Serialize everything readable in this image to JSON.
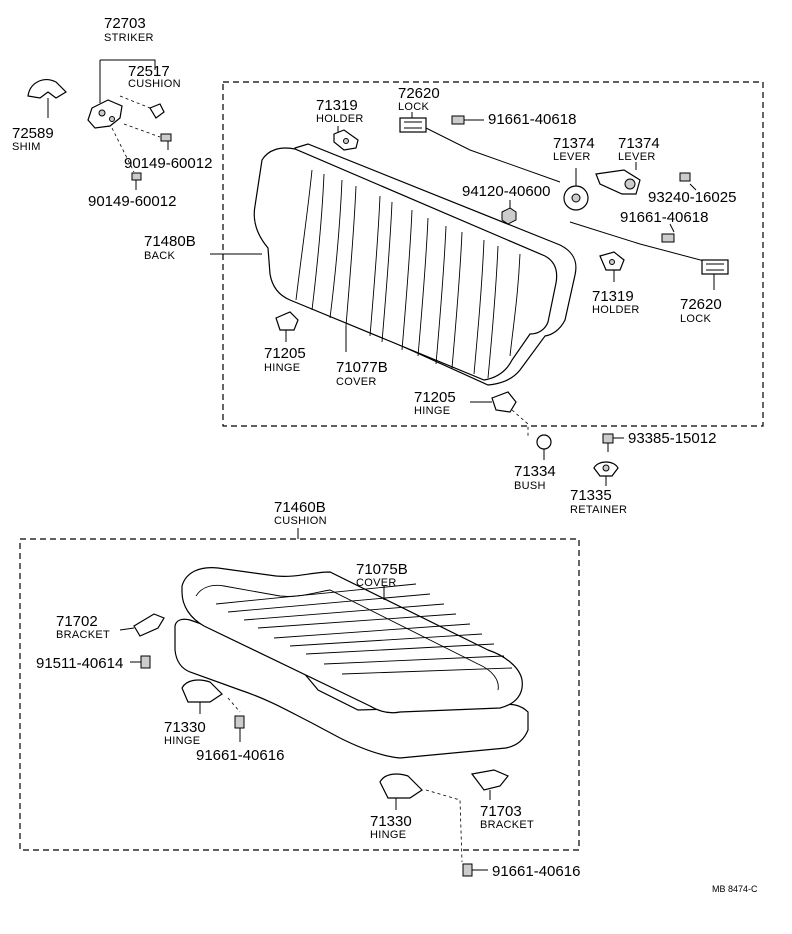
{
  "callouts": {
    "striker": {
      "number": "72703",
      "label": "STRIKER"
    },
    "cushion_72517": {
      "number": "72517",
      "label": "CUSHION"
    },
    "shim": {
      "number": "72589",
      "label": "SHIM"
    },
    "bolt_a": {
      "number": "90149-60012"
    },
    "bolt_b": {
      "number": "90149-60012"
    },
    "holder_upper": {
      "number": "71319",
      "label": "HOLDER"
    },
    "lock_upper": {
      "number": "72620",
      "label": "LOCK"
    },
    "screw_91661_40618_top": {
      "number": "91661-40618"
    },
    "lever_left": {
      "number": "71374",
      "label": "LEVER"
    },
    "lever_right": {
      "number": "71374",
      "label": "LEVER"
    },
    "nut_94120": {
      "number": "94120-40600"
    },
    "bolt_93240": {
      "number": "93240-16025"
    },
    "screw_91661_40618_mid": {
      "number": "91661-40618"
    },
    "back": {
      "number": "71480B",
      "label": "BACK"
    },
    "holder_lower": {
      "number": "71319",
      "label": "HOLDER"
    },
    "lock_lower": {
      "number": "72620",
      "label": "LOCK"
    },
    "hinge_back_left": {
      "number": "71205",
      "label": "HINGE"
    },
    "back_cover": {
      "number": "71077B",
      "label": "COVER"
    },
    "hinge_back_right": {
      "number": "71205",
      "label": "HINGE"
    },
    "bolt_93385": {
      "number": "93385-15012"
    },
    "bush": {
      "number": "71334",
      "label": "BUSH"
    },
    "retainer": {
      "number": "71335",
      "label": "RETAINER"
    },
    "cushion_assy": {
      "number": "71460B",
      "label": "CUSHION"
    },
    "cushion_cover": {
      "number": "71075B",
      "label": "COVER"
    },
    "bracket_left": {
      "number": "71702",
      "label": "BRACKET"
    },
    "bolt_91511": {
      "number": "91511-40614"
    },
    "hinge_cushion_left": {
      "number": "71330",
      "label": "HINGE"
    },
    "screw_91661_40616_left": {
      "number": "91661-40616"
    },
    "hinge_cushion_right": {
      "number": "71330",
      "label": "HINGE"
    },
    "bracket_right": {
      "number": "71703",
      "label": "BRACKET"
    },
    "screw_91661_40616_bottom": {
      "number": "91661-40616"
    }
  },
  "drawing_code": "MB  8474-C"
}
